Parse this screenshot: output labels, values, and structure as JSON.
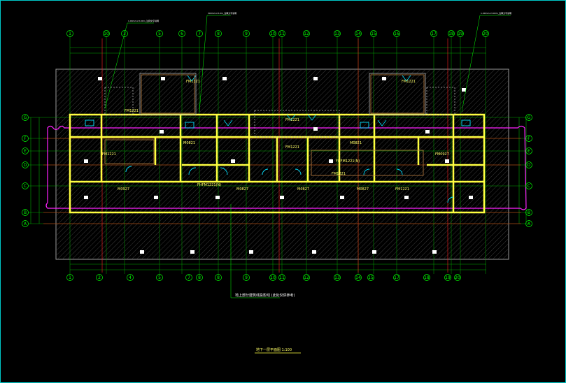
{
  "drawing": {
    "title": "地下一层平面图  1:100",
    "note_bottom": "地上部分建筑线投影线 (此处仅供参考)",
    "note_top_left": "1.00mm×3.00m_注释文字说明",
    "note_top_center": "300mm×3.0m_注释文字说明",
    "note_top_right": "1.00mm×3.00m_注释文字说明"
  },
  "axes": {
    "vertical_top": [
      "1",
      "10",
      "3",
      "5",
      "6",
      "7",
      "8",
      "9",
      "10",
      "11",
      "12",
      "13",
      "14",
      "15",
      "16",
      "17",
      "18",
      "19",
      "20"
    ],
    "vertical_bottom": [
      "1",
      "2",
      "4",
      "5",
      "7",
      "8",
      "8",
      "9",
      "10",
      "11",
      "12",
      "13",
      "14",
      "15",
      "17",
      "18",
      "19",
      "20"
    ],
    "horizontal": [
      "G",
      "F",
      "E",
      "D",
      "C",
      "B",
      "A"
    ]
  },
  "rooms": [
    {
      "label": "FM1221"
    },
    {
      "label": "FM1221"
    },
    {
      "label": "FM1221"
    },
    {
      "label": "FM1221"
    },
    {
      "label": "M0821"
    },
    {
      "label": "M0821"
    },
    {
      "label": "FHFM1221(N)"
    },
    {
      "label": "FM1221"
    },
    {
      "label": "M0927"
    },
    {
      "label": "M0827"
    },
    {
      "label": "M0827"
    },
    {
      "label": "M0827"
    },
    {
      "label": "FM1221"
    },
    {
      "label": "FM1221"
    },
    {
      "label": "FM0927"
    },
    {
      "label": "FM1221"
    },
    {
      "label": "FHFM1221(N)"
    }
  ]
}
